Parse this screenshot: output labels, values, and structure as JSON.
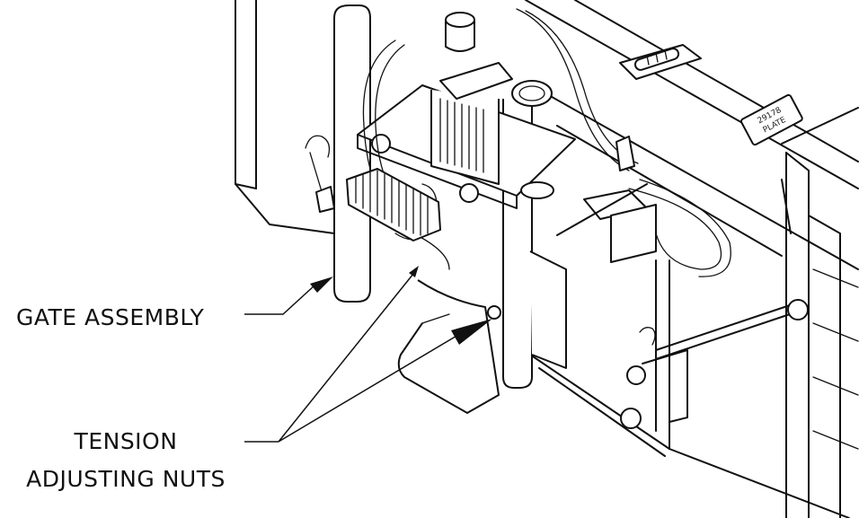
{
  "callouts": {
    "gate_assembly": "GATE ASSEMBLY",
    "tension_line1": "TENSION",
    "tension_line2": "ADJUSTING NUTS"
  },
  "plate": {
    "line1": "29178",
    "line2": "PLATE"
  }
}
